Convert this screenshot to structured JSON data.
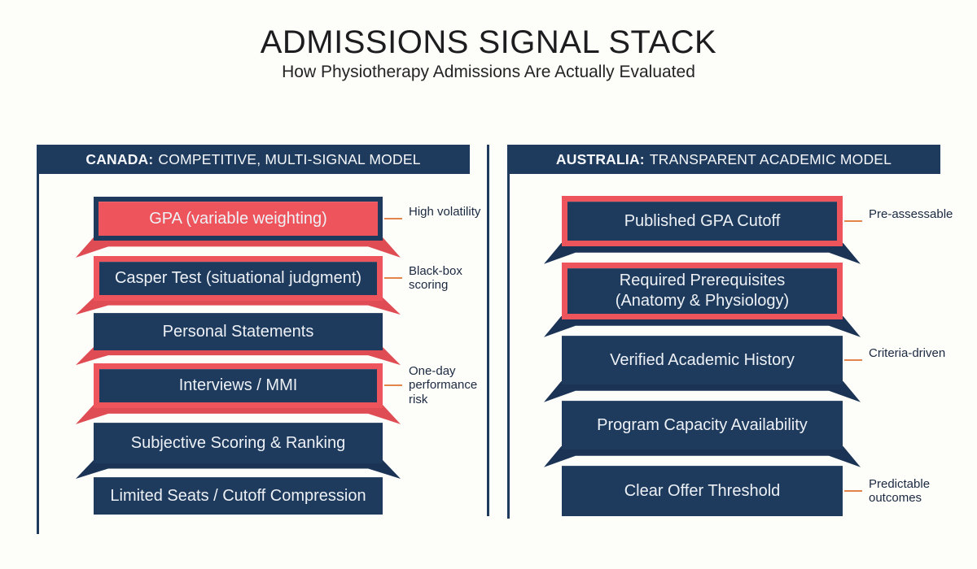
{
  "title": "ADMISSIONS SIGNAL STACK",
  "subtitle": "How Physiotherapy Admissions Are Actually Evaluated",
  "colors": {
    "navy": "#1e3a5c",
    "red": "#ee545b",
    "orange_connector": "#e2854a",
    "background": "#fdfdfa",
    "annotation_text": "#1b2940"
  },
  "left_panel": {
    "header_bold": "CANADA:",
    "header_rest": "COMPETITIVE, MULTI-SIGNAL MODEL",
    "items": [
      {
        "label": "GPA (variable weighting)",
        "annotation": "High volatility"
      },
      {
        "label": "Casper Test (situational judgment)",
        "annotation": "Black-box scoring"
      },
      {
        "label": "Personal Statements"
      },
      {
        "label": "Interviews / MMI",
        "annotation": "One-day performance risk"
      },
      {
        "label": "Subjective Scoring & Ranking"
      },
      {
        "label": "Limited Seats / Cutoff Compression"
      }
    ]
  },
  "right_panel": {
    "header_bold": "AUSTRALIA:",
    "header_rest": "TRANSPARENT ACADEMIC MODEL",
    "items": [
      {
        "label": "Published GPA Cutoff",
        "annotation": "Pre-assessable"
      },
      {
        "label": "Required Prerequisites (Anatomy & Physiology)"
      },
      {
        "label": "Verified Academic History",
        "annotation": "Criteria-driven"
      },
      {
        "label": "Program Capacity Availability"
      },
      {
        "label": "Clear Offer Threshold",
        "annotation": "Predictable outcomes"
      }
    ]
  }
}
